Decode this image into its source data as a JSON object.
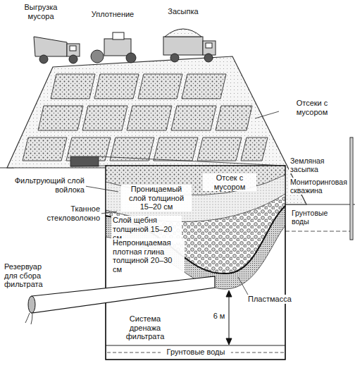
{
  "diagram": {
    "labels": [
      "Выгрузка мусора",
      "Уплотнение",
      "Засыпка",
      "Отсеки с мусором",
      "Фильтрующий слой войлока",
      "Тканное стекловолокно",
      "Проницаемый слой толщиной 15–20 см",
      "Отсек с мусором",
      "Слой щебня толщиной 15–20 см",
      "Непроницаемая плотная глина толщиной 20–30 см",
      "Земляная засыпка",
      "Мониторинговая скважина",
      "Грунтовые воды",
      "Пластмасса",
      "Резервуар для сбора фильтрата",
      "Система дренажа фильтрата",
      "6 м",
      "Грунтовые воды"
    ]
  }
}
